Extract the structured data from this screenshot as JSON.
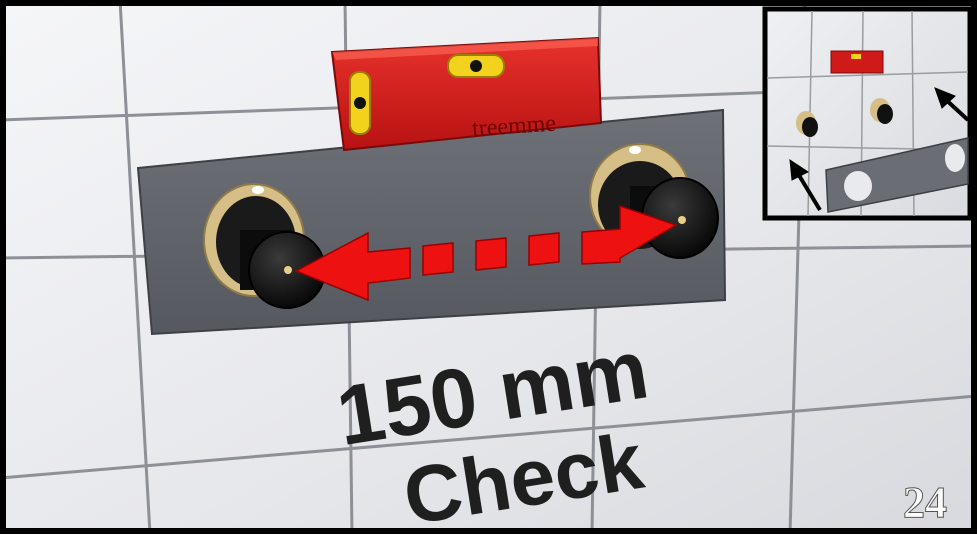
{
  "level_brand": "treemme",
  "measurement": {
    "value": "150 mm",
    "caption": "Check"
  },
  "step_number": "24",
  "colors": {
    "frame": "#000000",
    "tile": "#e9eaee",
    "grout": "#8d9096",
    "template_plate": "#5c6066",
    "level_body": "#d01a1a",
    "vial": "#f2d21c",
    "arrow": "#ee1111",
    "brass_flange": "#d6bf86",
    "valve_cap": "#111111",
    "step_number_text": "#ffffff"
  },
  "icons": [
    "spirit-level-icon",
    "double-arrow-icon",
    "valve-icon",
    "pointer-arrow-icon"
  ]
}
